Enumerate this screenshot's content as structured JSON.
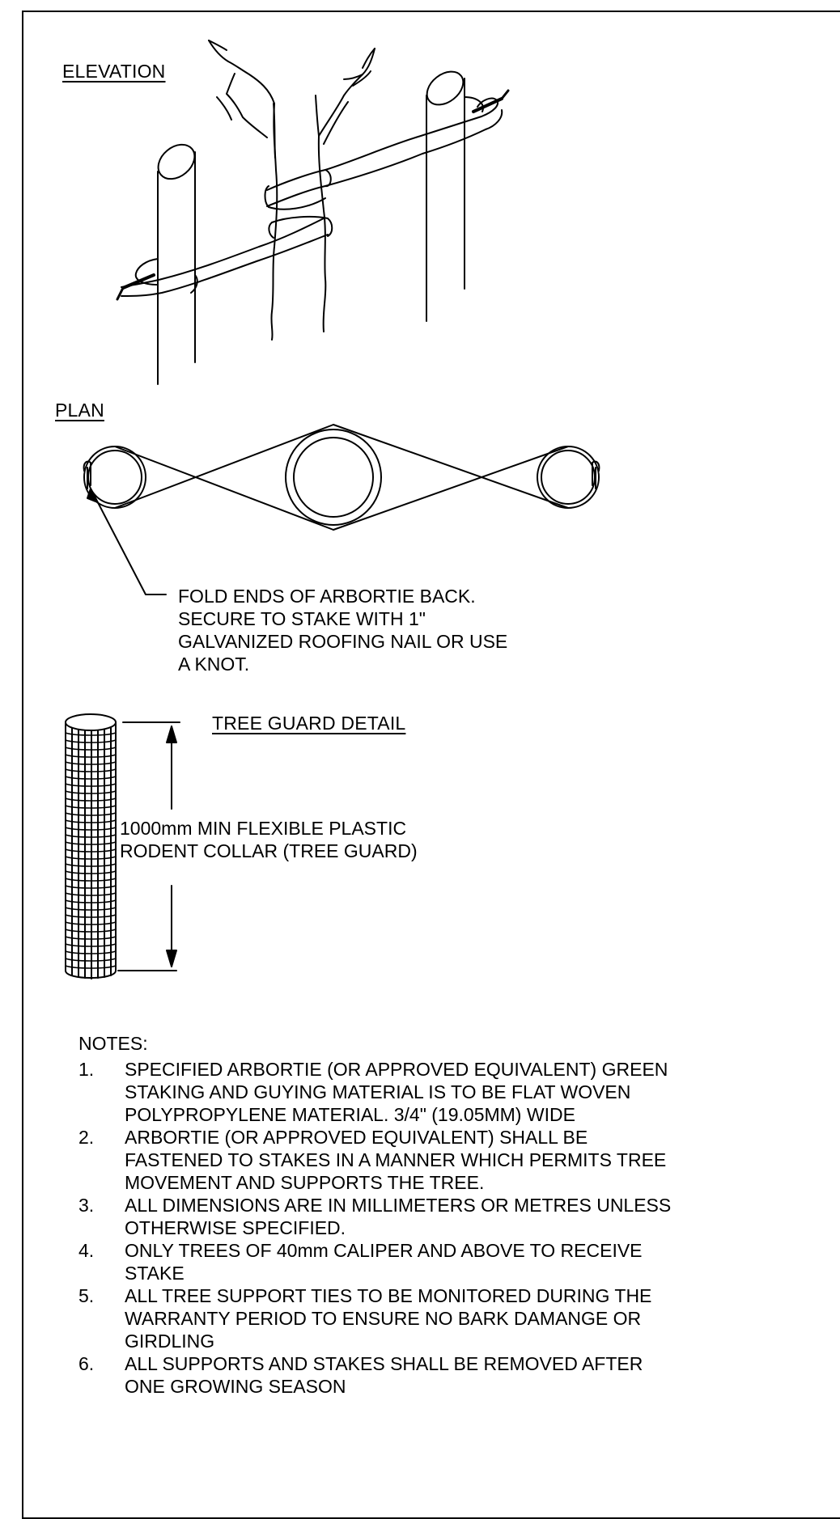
{
  "headings": {
    "elevation": "ELEVATION",
    "plan": "PLAN",
    "tree_guard": "TREE GUARD DETAIL"
  },
  "callouts": {
    "fold_ends": [
      "FOLD ENDS OF ARBORTIE BACK.",
      "SECURE TO STAKE WITH 1\"",
      "GALVANIZED ROOFING NAIL OR USE",
      "A KNOT."
    ],
    "tree_guard_dim": [
      "1000mm MIN FLEXIBLE PLASTIC",
      "RODENT COLLAR (TREE GUARD)"
    ]
  },
  "notes": {
    "heading": "NOTES:",
    "items": [
      {
        "num": "1.",
        "text": "SPECIFIED ARBORTIE (OR APPROVED EQUIVALENT) GREEN\nSTAKING AND GUYING MATERIAL IS TO BE FLAT WOVEN\nPOLYPROPYLENE MATERIAL. 3/4\" (19.05MM) WIDE"
      },
      {
        "num": "2.",
        "text": "ARBORTIE (OR APPROVED EQUIVALENT) SHALL BE\nFASTENED TO STAKES IN A MANNER WHICH PERMITS TREE\nMOVEMENT AND SUPPORTS THE TREE."
      },
      {
        "num": "3.",
        "text": "ALL DIMENSIONS ARE IN MILLIMETERS OR METRES UNLESS\nOTHERWISE SPECIFIED."
      },
      {
        "num": "4.",
        "text": "ONLY TREES OF 40mm CALIPER AND ABOVE TO RECEIVE\nSTAKE"
      },
      {
        "num": "5.",
        "text": "ALL TREE SUPPORT TIES TO BE MONITORED DURING THE\nWARRANTY PERIOD TO ENSURE NO BARK DAMANGE OR\nGIRDLING"
      },
      {
        "num": "6.",
        "text": "ALL SUPPORTS AND STAKES SHALL BE REMOVED AFTER\nONE GROWING SEASON"
      }
    ]
  },
  "colors": {
    "line": "#000000",
    "paper": "#ffffff"
  }
}
